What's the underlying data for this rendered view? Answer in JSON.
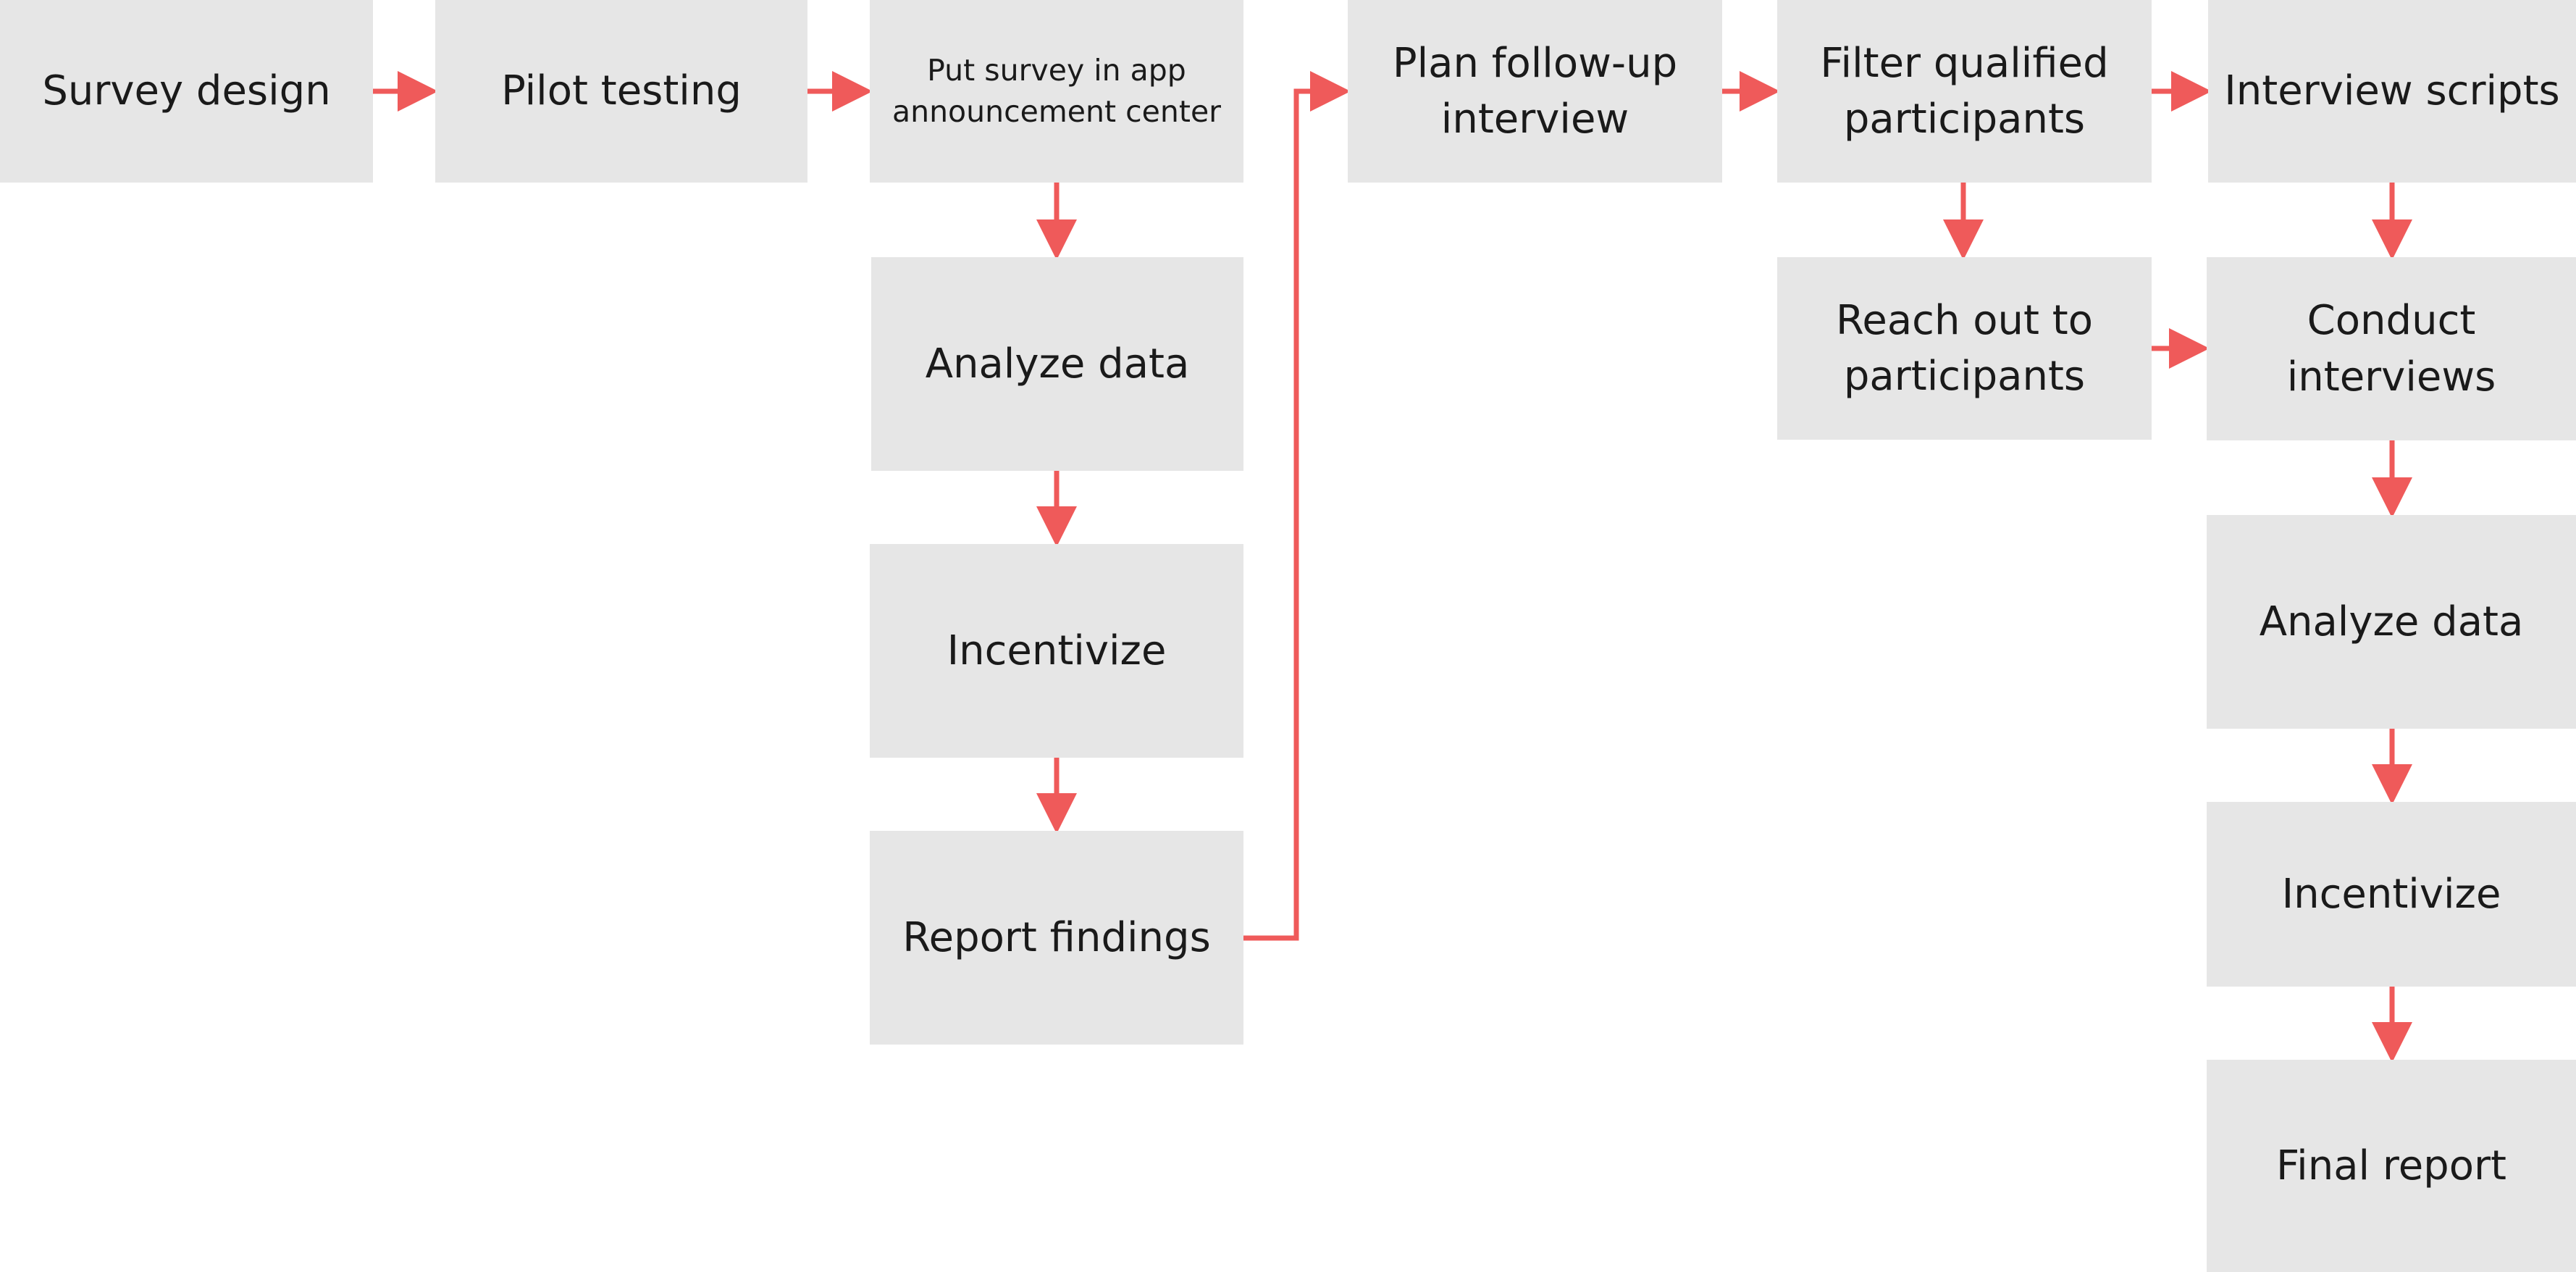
{
  "colors": {
    "node_fill": "#e6e6e6",
    "connector": "#ef5a5a",
    "text": "#1a1a1a",
    "background": "#ffffff"
  },
  "nodes": {
    "survey_design": "Survey design",
    "pilot_testing": "Pilot testing",
    "put_survey": "Put survey in app\nannouncement center",
    "analyze_data_1": "Analyze data",
    "incentivize_1": "Incentivize",
    "report_findings": "Report findings",
    "plan_followup": "Plan follow-up\ninterview",
    "filter_participants": "Filter qualified\nparticipants",
    "reach_out": "Reach out to\nparticipants",
    "interview_scripts": "Interview scripts",
    "conduct_interviews": "Conduct\ninterviews",
    "analyze_data_2": "Analyze data",
    "incentivize_2": "Incentivize",
    "final_report": "Final report"
  }
}
